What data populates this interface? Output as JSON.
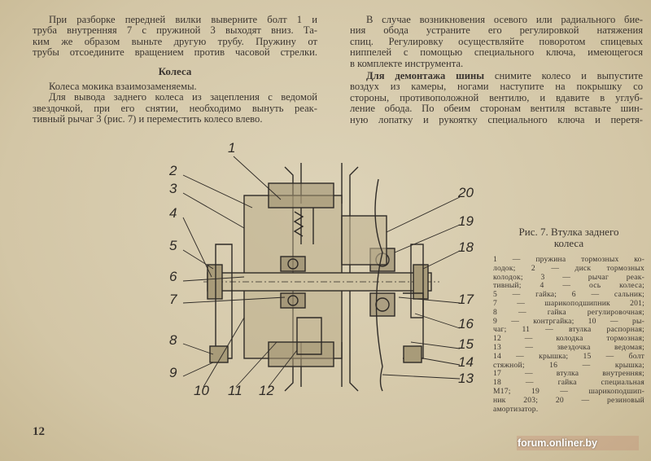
{
  "left_column": {
    "para1": [
      "При разборке передней вилки выверните болт 1 и",
      "труба внутренняя 7 с пружиной 3 выходят вниз. Та-",
      "ким же образом выньте другую трубу. Пружину от",
      "трубы отсоедините вращением против часовой стрелки."
    ],
    "heading": "Колеса",
    "para2": [
      "Колеса мокика взаимозаменяемы."
    ],
    "para3": [
      "Для вывода заднего колеса из зацепления с ведомой",
      "звездочкой, при его снятии, необходимо вынуть реак-",
      "тивный рычаг 3 (рис. 7) и переместить колесо влево."
    ]
  },
  "right_column": {
    "para1": [
      "В случае возникновения осевого или радиального бие-",
      "ния обода устраните его регулировкой натяжения",
      "спиц. Регулировку осуществляйте поворотом спицевых",
      "ниппелей с помощью специального ключа, имеющегося",
      "в комплекте инструмента."
    ],
    "para2_bold": "Для демонтажа шины",
    "para2": [
      " снимите колесо и выпустите",
      "воздух из камеры, ногами наступите на покрышку со",
      "стороны, противоположной вентилю, и вдавите в углуб-",
      "ление обода. По обеим сторонам вентиля вставьте шин-",
      "ную лопатку и рукоятку специального ключа и перетя-"
    ]
  },
  "figure": {
    "caption": [
      "Рис. 7. Втулка заднего",
      "колеса"
    ],
    "legend": [
      "1 — пружина тормозных ко-",
      "лодок; 2 — диск тормозных",
      "колодок; 3 — рычаг реак-",
      "тивный; 4 — ось колеса;",
      "5 — гайка; 6 — сальник;",
      "7 — шарикоподшипник 201;",
      "8 — гайка регулировочная;",
      "9 — контргайка; 10 — ры-",
      "чаг; 11 — втулка распорная;",
      "12 — колодка тормозная;",
      "13 — звездочка ведомая;",
      "14 — крышка; 15 — болт",
      "стяжной; 16 — крышка;",
      "17 — втулка внутренняя;",
      "18 — гайка специальная",
      "М17; 19 — шарикоподшип-",
      "ник 203; 20 — резиновый",
      "амортизатор."
    ],
    "labels": [
      "1",
      "2",
      "3",
      "4",
      "5",
      "6",
      "7",
      "8",
      "9",
      "10",
      "11",
      "12",
      "13",
      "14",
      "15",
      "16",
      "17",
      "18",
      "19",
      "20"
    ]
  },
  "page_number": "12",
  "watermark": "forum.onliner.by"
}
